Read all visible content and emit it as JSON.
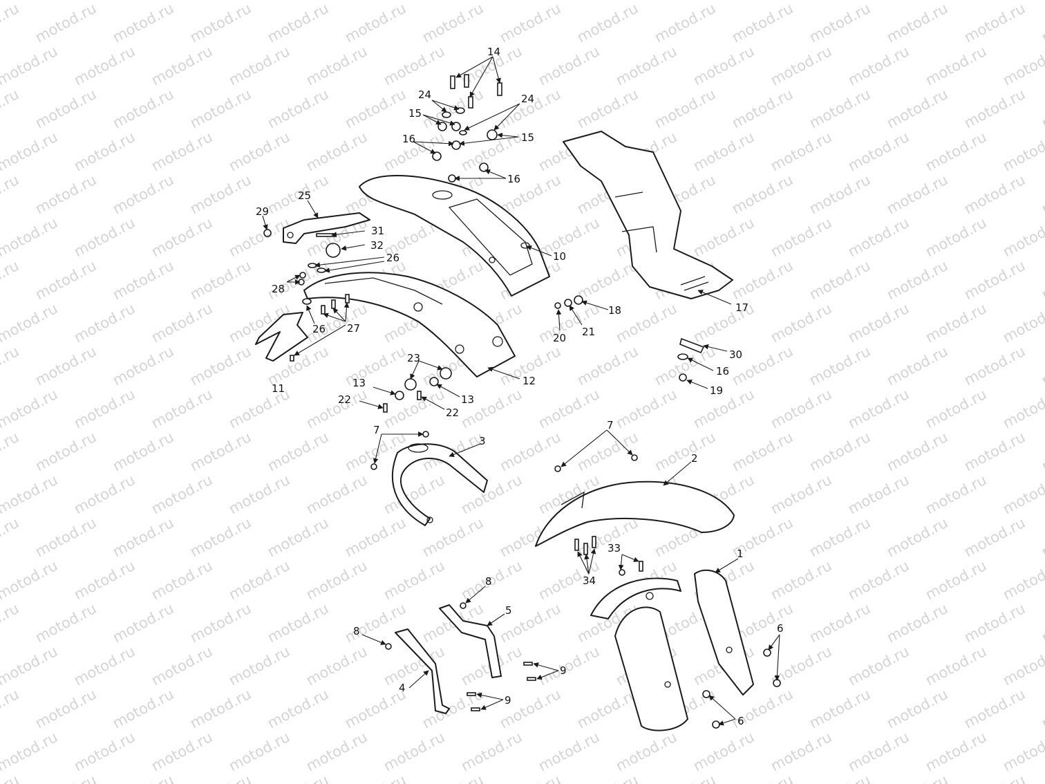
{
  "watermark": "motod.ru",
  "labels": [
    "1",
    "2",
    "3",
    "4",
    "5",
    "6",
    "6",
    "7",
    "7",
    "8",
    "8",
    "9",
    "9",
    "10",
    "11",
    "12",
    "13",
    "13",
    "14",
    "15",
    "15",
    "16",
    "16",
    "16",
    "17",
    "18",
    "19",
    "20",
    "21",
    "22",
    "22",
    "23",
    "24",
    "24",
    "25",
    "26",
    "26",
    "27",
    "28",
    "29",
    "30",
    "31",
    "32",
    "33",
    "34"
  ]
}
